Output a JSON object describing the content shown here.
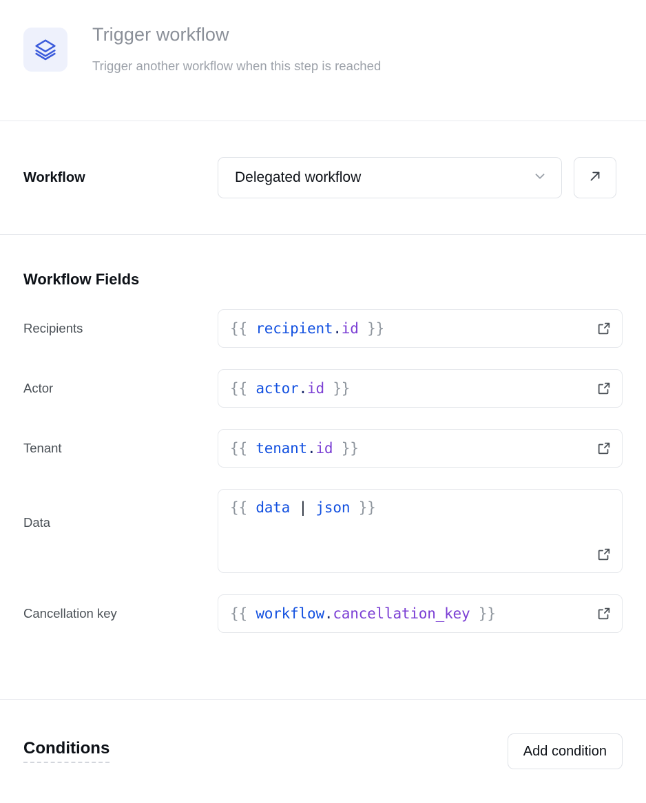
{
  "header": {
    "icon": "layers-icon",
    "title": "Trigger workflow",
    "subtitle": "Trigger another workflow when this step is reached"
  },
  "workflow": {
    "label": "Workflow",
    "selected": "Delegated workflow",
    "dropdown_icon": "chevron-down-icon",
    "open_icon": "arrow-up-right-icon"
  },
  "workflow_fields": {
    "title": "Workflow Fields",
    "expand_icon": "external-link-icon",
    "rows": [
      {
        "label": "Recipients",
        "value": "{{ recipient.id }}",
        "tokens": [
          {
            "t": "{{ ",
            "c": "brace"
          },
          {
            "t": "recipient",
            "c": "root"
          },
          {
            "t": ".",
            "c": "dot"
          },
          {
            "t": "id",
            "c": "prop"
          },
          {
            "t": " }}",
            "c": "brace"
          }
        ]
      },
      {
        "label": "Actor",
        "value": "{{ actor.id }}",
        "tokens": [
          {
            "t": "{{ ",
            "c": "brace"
          },
          {
            "t": "actor",
            "c": "root"
          },
          {
            "t": ".",
            "c": "dot"
          },
          {
            "t": "id",
            "c": "prop"
          },
          {
            "t": " }}",
            "c": "brace"
          }
        ]
      },
      {
        "label": "Tenant",
        "value": "{{ tenant.id }}",
        "tokens": [
          {
            "t": "{{ ",
            "c": "brace"
          },
          {
            "t": "tenant",
            "c": "root"
          },
          {
            "t": ".",
            "c": "dot"
          },
          {
            "t": "id",
            "c": "prop"
          },
          {
            "t": " }}",
            "c": "brace"
          }
        ]
      },
      {
        "label": "Data",
        "value": "{{ data | json }}",
        "multiline": true,
        "tokens": [
          {
            "t": "{{ ",
            "c": "brace"
          },
          {
            "t": "data",
            "c": "root"
          },
          {
            "t": " ",
            "c": "brace"
          },
          {
            "t": "|",
            "c": "pipe"
          },
          {
            "t": " ",
            "c": "brace"
          },
          {
            "t": "json",
            "c": "filter"
          },
          {
            "t": " }}",
            "c": "brace"
          }
        ]
      },
      {
        "label": "Cancellation key",
        "value": "{{ workflow.cancellation_key }}",
        "tokens": [
          {
            "t": "{{ ",
            "c": "brace"
          },
          {
            "t": "workflow",
            "c": "root"
          },
          {
            "t": ".",
            "c": "dot"
          },
          {
            "t": "cancellation_key",
            "c": "prop"
          },
          {
            "t": " }}",
            "c": "brace"
          }
        ]
      }
    ]
  },
  "conditions": {
    "title": "Conditions",
    "add_label": "Add condition"
  },
  "colors": {
    "accent": "#3b5bdb",
    "accent_bg": "#eef1fc",
    "token_root": "#1250e0",
    "token_prop": "#7b3fd4",
    "token_brace": "#8e959d",
    "border": "#dfe2e7",
    "divider": "#e8eaee",
    "title_text": "#8a8f98",
    "label_text": "#4a5056"
  }
}
